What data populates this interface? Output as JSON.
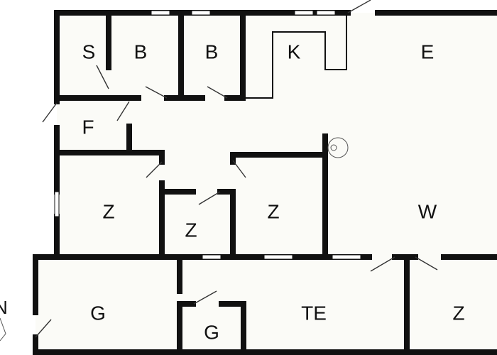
{
  "colors": {
    "wall": "#111111",
    "floor": "#fbfbf7",
    "window": "#ffffff",
    "door_swing": "#333333"
  },
  "rooms": [
    {
      "id": "s",
      "label": "S"
    },
    {
      "id": "b1",
      "label": "B"
    },
    {
      "id": "b2",
      "label": "B"
    },
    {
      "id": "k",
      "label": "K"
    },
    {
      "id": "e",
      "label": "E"
    },
    {
      "id": "f",
      "label": "F"
    },
    {
      "id": "z1",
      "label": "Z"
    },
    {
      "id": "z2",
      "label": "Z"
    },
    {
      "id": "z3",
      "label": "Z"
    },
    {
      "id": "w",
      "label": "W"
    },
    {
      "id": "g1",
      "label": "G"
    },
    {
      "id": "te",
      "label": "TE"
    },
    {
      "id": "g2",
      "label": "G"
    },
    {
      "id": "z4",
      "label": "Z"
    }
  ],
  "compass": {
    "label": "N"
  },
  "icons": [
    "compass-arrow-icon",
    "fireplace-icon",
    "door-swing-icon"
  ]
}
